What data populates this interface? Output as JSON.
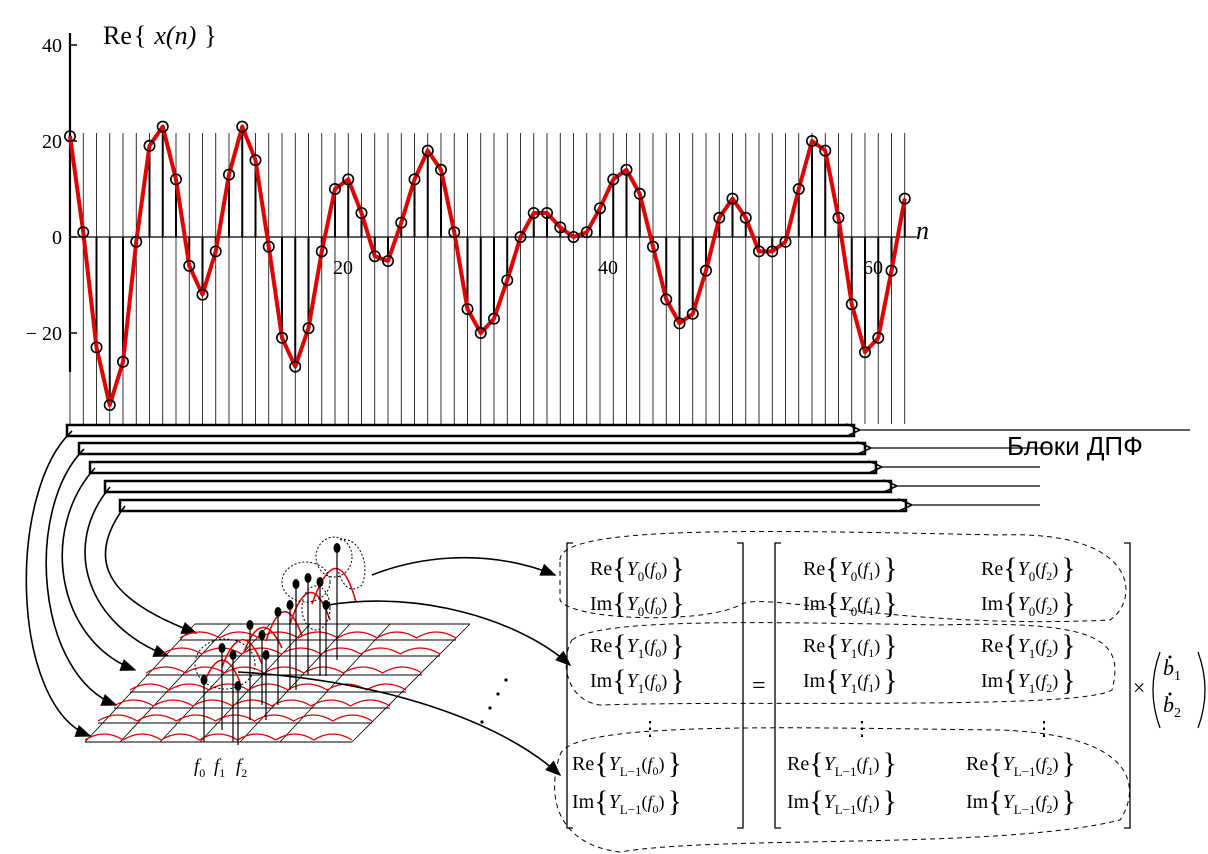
{
  "plot": {
    "ylabel_prefix": "Re",
    "ylabel_open": "{",
    "ylabel_expr": "x(n)",
    "ylabel_close": "}",
    "xaxis_label": "n",
    "yticks": [
      {
        "value": 40,
        "label": "40"
      },
      {
        "value": 20,
        "label": "20"
      },
      {
        "value": 0,
        "label": "0"
      },
      {
        "value": -20,
        "label": "− 20"
      }
    ],
    "xticks": [
      {
        "value": 20,
        "label": "20"
      },
      {
        "value": 40,
        "label": "40"
      },
      {
        "value": 60,
        "label": "60"
      }
    ],
    "line_color": "#e00000",
    "samples": [
      21,
      1,
      -23,
      -35,
      -26,
      -1,
      19,
      23,
      12,
      -6,
      -12,
      -3,
      13,
      23,
      16,
      -2,
      -21,
      -27,
      -19,
      -3,
      10,
      12,
      5,
      -4,
      -5,
      3,
      12,
      18,
      14,
      1,
      -15,
      -20,
      -17,
      -9,
      0,
      5,
      5,
      2,
      0,
      1,
      6,
      12,
      14,
      9,
      -2,
      -13,
      -18,
      -16,
      -7,
      4,
      8,
      4,
      -3,
      -3,
      -1,
      10,
      20,
      18,
      4,
      -14,
      -24,
      -21,
      -7,
      8
    ]
  },
  "blocks": {
    "label": "Блоки ДПФ",
    "count": 5
  },
  "spectrum": {
    "freq_labels": [
      {
        "f": "f",
        "sub": "0"
      },
      {
        "f": "f",
        "sub": "1"
      },
      {
        "f": "f",
        "sub": "2"
      }
    ],
    "ellipsis": "…"
  },
  "equation": {
    "lhs": [
      {
        "part": "Re",
        "Y": "Y",
        "ysub": "0",
        "f": "f",
        "fsub": "0"
      },
      {
        "part": "Im",
        "Y": "Y",
        "ysub": "0",
        "f": "f",
        "fsub": "0"
      },
      {
        "part": "Re",
        "Y": "Y",
        "ysub": "1",
        "f": "f",
        "fsub": "0"
      },
      {
        "part": "Im",
        "Y": "Y",
        "ysub": "1",
        "f": "f",
        "fsub": "0"
      },
      {
        "part": "Re",
        "Y": "Y",
        "ysub": "L−1",
        "f": "f",
        "fsub": "0"
      },
      {
        "part": "Im",
        "Y": "Y",
        "ysub": "L−1",
        "f": "f",
        "fsub": "0"
      }
    ],
    "rhs": [
      [
        {
          "part": "Re",
          "Y": "Y",
          "ysub": "0",
          "f": "f",
          "fsub": "1"
        },
        {
          "part": "Re",
          "Y": "Y",
          "ysub": "0",
          "f": "f",
          "fsub": "2"
        }
      ],
      [
        {
          "part": "Im",
          "Y": "Y",
          "ysub": "0",
          "f": "f",
          "fsub": "1"
        },
        {
          "part": "Im",
          "Y": "Y",
          "ysub": "0",
          "f": "f",
          "fsub": "2"
        }
      ],
      [
        {
          "part": "Re",
          "Y": "Y",
          "ysub": "1",
          "f": "f",
          "fsub": "1"
        },
        {
          "part": "Re",
          "Y": "Y",
          "ysub": "1",
          "f": "f",
          "fsub": "2"
        }
      ],
      [
        {
          "part": "Im",
          "Y": "Y",
          "ysub": "1",
          "f": "f",
          "fsub": "1"
        },
        {
          "part": "Im",
          "Y": "Y",
          "ysub": "1",
          "f": "f",
          "fsub": "2"
        }
      ],
      [
        {
          "part": "Re",
          "Y": "Y",
          "ysub": "L−1",
          "f": "f",
          "fsub": "1"
        },
        {
          "part": "Re",
          "Y": "Y",
          "ysub": "L−1",
          "f": "f",
          "fsub": "2"
        }
      ],
      [
        {
          "part": "Im",
          "Y": "Y",
          "ysub": "L−1",
          "f": "f",
          "fsub": "1"
        },
        {
          "part": "Im",
          "Y": "Y",
          "ysub": "L−1",
          "f": "f",
          "fsub": "2"
        }
      ]
    ],
    "equals": "=",
    "times": "×",
    "vdots": "⋮",
    "vector": [
      {
        "b": "b",
        "sub": "1"
      },
      {
        "b": "b",
        "sub": "2"
      }
    ]
  }
}
